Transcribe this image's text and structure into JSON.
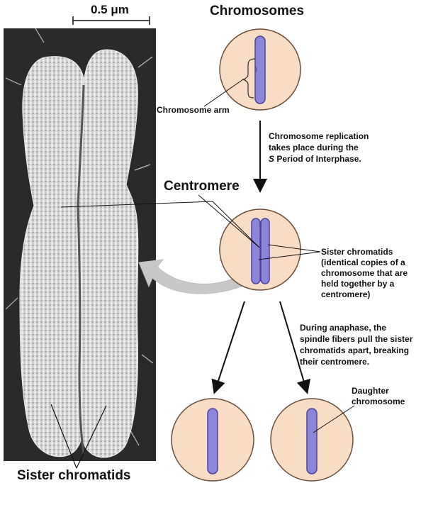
{
  "scale_bar": {
    "label": "0.5 μm"
  },
  "title": "Chromosomes",
  "labels": {
    "chromosome_arm": "Chromosome arm",
    "replication": [
      "Chromosome replication",
      "takes place during the"
    ],
    "replication_italic": "S",
    "replication_rest": " Period of Interphase.",
    "centromere": "Centromere",
    "sister_chromatids_right": [
      "Sister chromatids",
      "(identical copies of a",
      "chromosome that are",
      "held together by a",
      "centromere)"
    ],
    "anaphase": [
      "During anaphase, the",
      "spindle fibers pull the sister",
      "chromatids apart, breaking",
      "their centromere."
    ],
    "daughter_chromosome": [
      "Daughter",
      "chromosome"
    ],
    "sister_chromatids_bottom": "Sister chromatids"
  },
  "colors": {
    "cell_fill": "#f8dcc4",
    "cell_stroke": "#6b4f3b",
    "chromosome_fill": "#8c85d9",
    "chromosome_stroke": "#4b43a0",
    "photo_bg": "#2a2a2a",
    "chromosome_photo": "#dcdcdc",
    "big_arrow": "#c8c8c8"
  }
}
